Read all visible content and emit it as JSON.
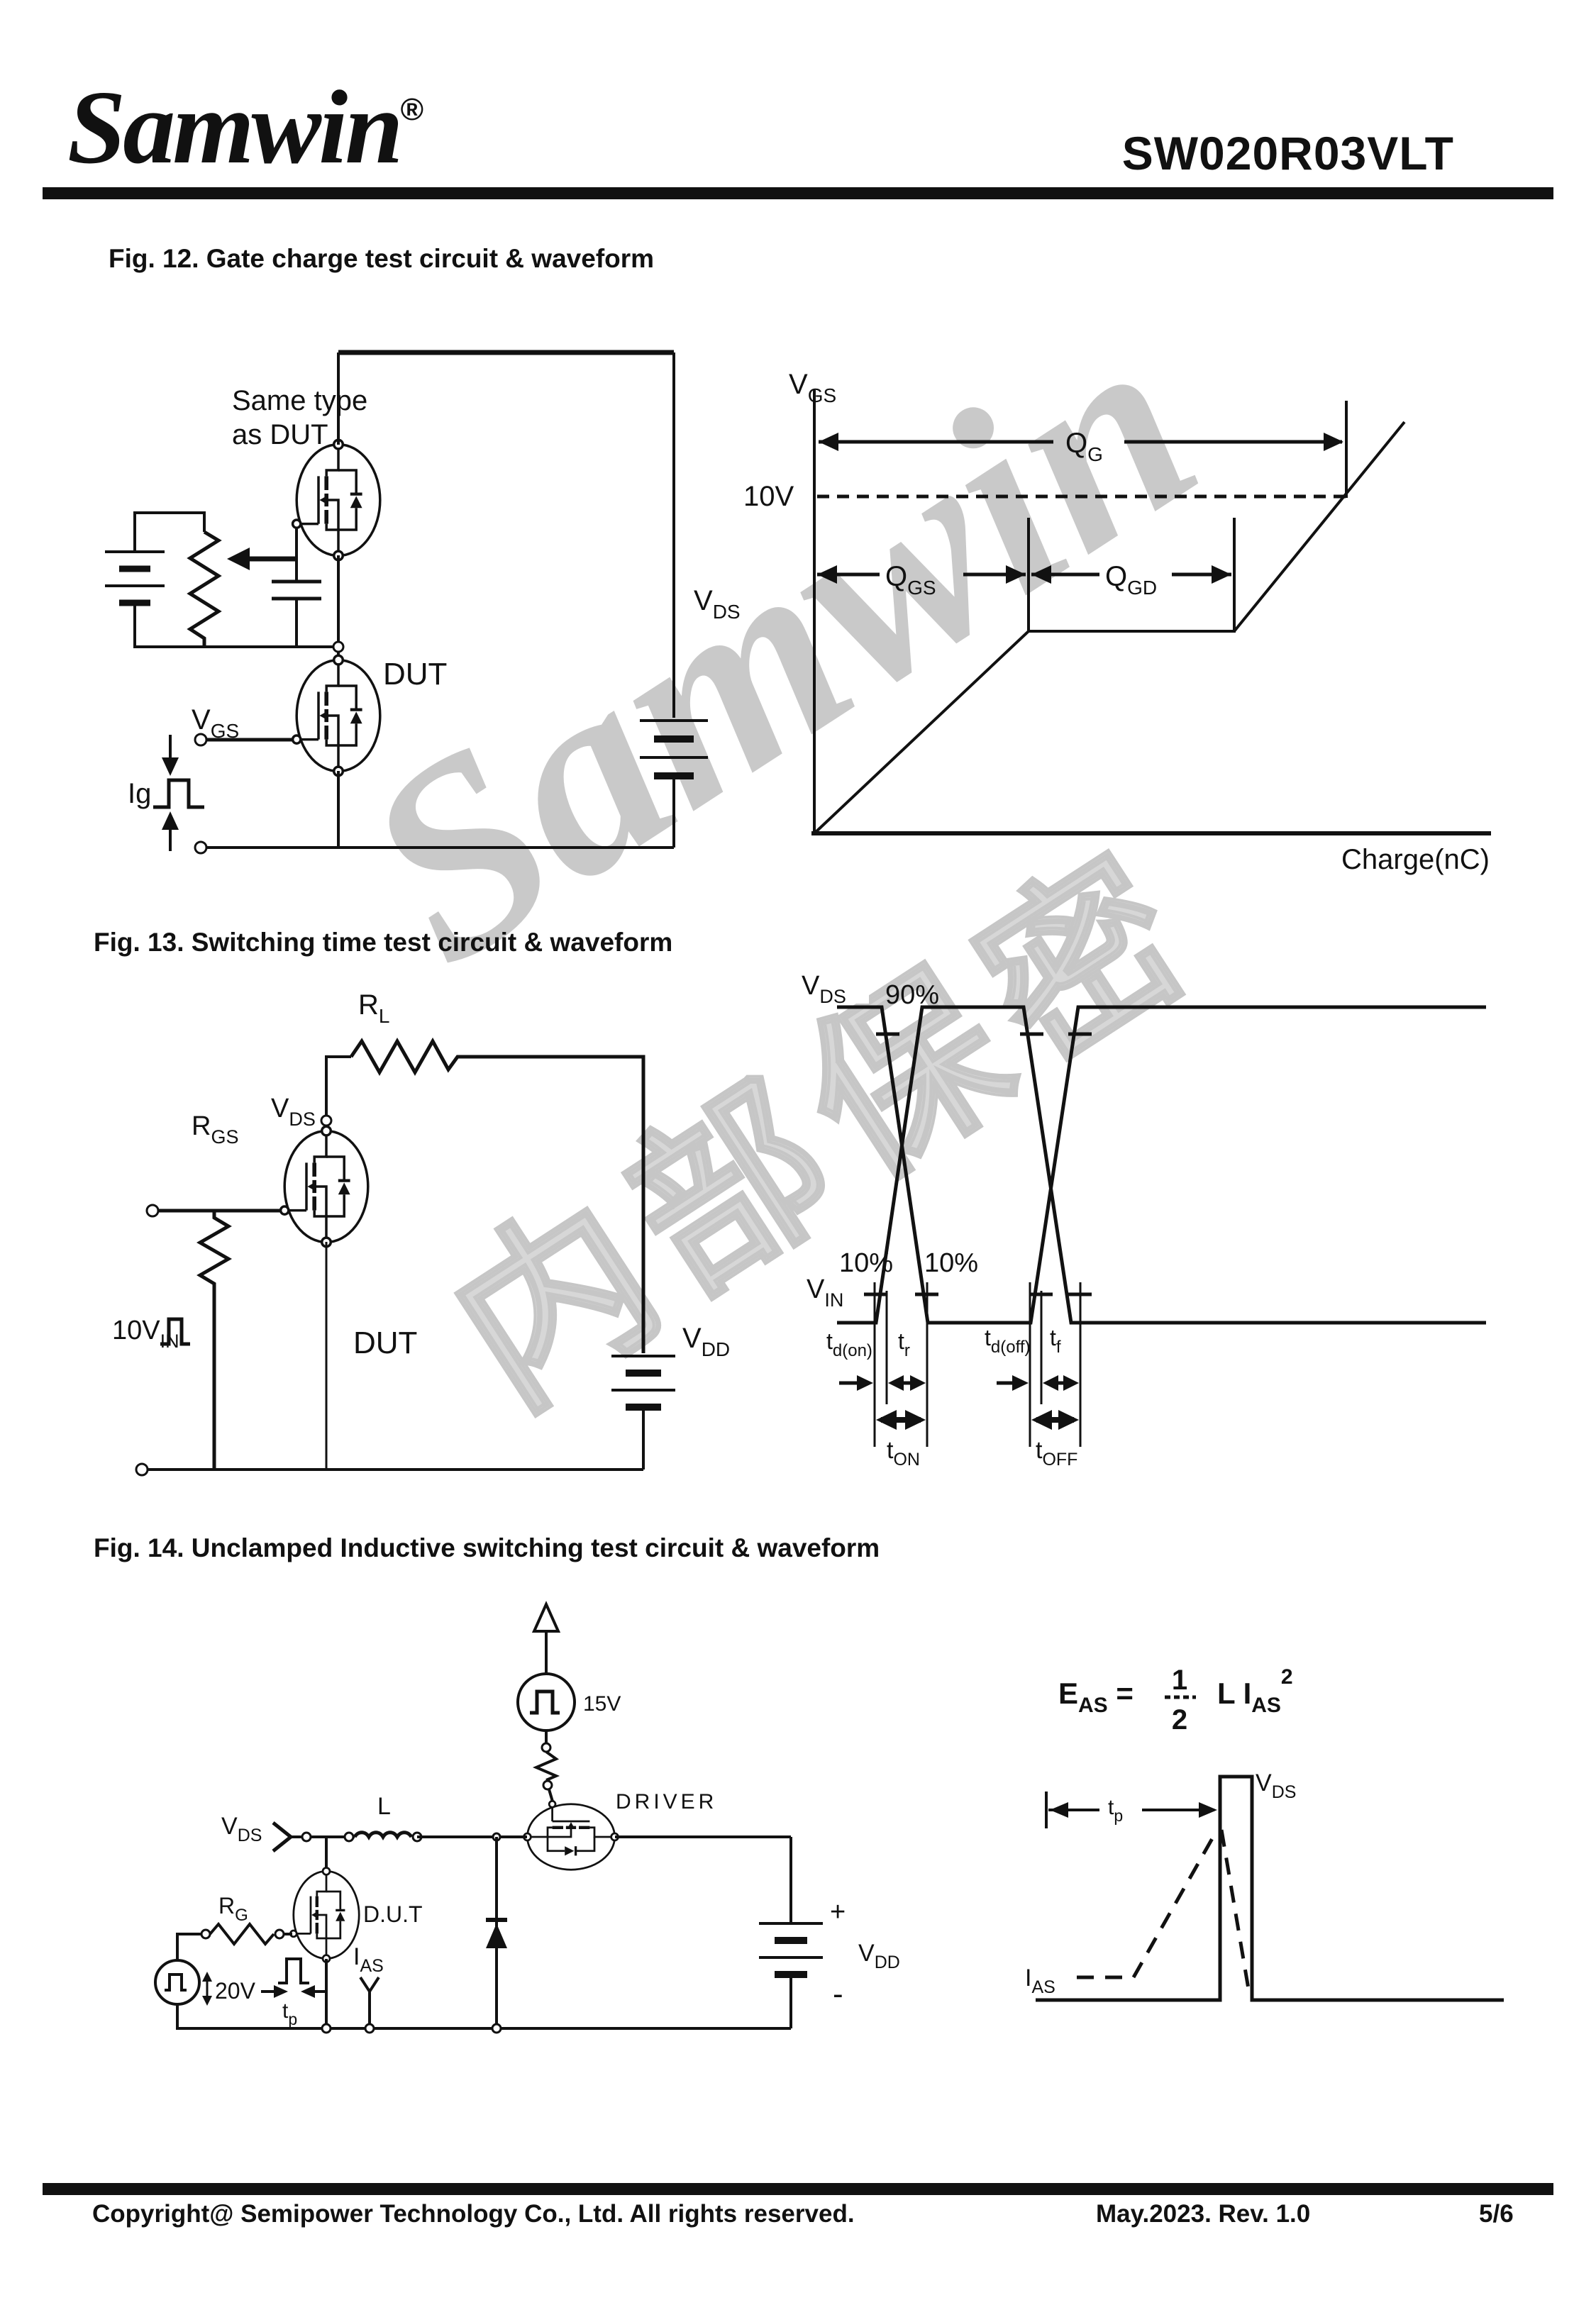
{
  "header": {
    "logo": "Samwin",
    "registered": "®",
    "part_number": "SW020R03VLT"
  },
  "fig12": {
    "title": "Fig. 12. Gate charge test circuit & waveform",
    "circuit": {
      "same_type_line1": "Same type",
      "same_type_line2": "as DUT",
      "dut": "DUT",
      "vds": {
        "base": "V",
        "sub": "DS"
      },
      "vgs": {
        "base": "V",
        "sub": "GS"
      },
      "ig": "Ig"
    },
    "waveform": {
      "vgs": {
        "base": "V",
        "sub": "GS"
      },
      "level": "10V",
      "qg": {
        "base": "Q",
        "sub": "G"
      },
      "qgs": {
        "base": "Q",
        "sub": "GS"
      },
      "qgd": {
        "base": "Q",
        "sub": "GD"
      },
      "xlabel": "Charge(nC)"
    }
  },
  "fig13": {
    "title": "Fig. 13. Switching time test circuit & waveform",
    "circuit": {
      "rl": {
        "base": "R",
        "sub": "L"
      },
      "rgs": {
        "base": "R",
        "sub": "GS"
      },
      "vds": {
        "base": "V",
        "sub": "DS"
      },
      "vdd": {
        "base": "V",
        "sub": "DD"
      },
      "dut": "DUT",
      "vin": {
        "base": "10V",
        "sub": "IN"
      }
    },
    "waveform": {
      "vds": {
        "base": "V",
        "sub": "DS"
      },
      "vin": {
        "base": "V",
        "sub": "IN"
      },
      "p90": "90%",
      "p10_left": "10%",
      "p10_right": "10%",
      "td_on": {
        "base": "t",
        "sub": "d(on)"
      },
      "tr": {
        "base": "t",
        "sub": "r"
      },
      "td_off": {
        "base": "t",
        "sub": "d(off)"
      },
      "tf": {
        "base": "t",
        "sub": "f"
      },
      "t_on": {
        "base": "t",
        "sub": "ON"
      },
      "t_off": {
        "base": "t",
        "sub": "OFF"
      }
    }
  },
  "fig14": {
    "title": "Fig. 14. Unclamped Inductive switching test circuit & waveform",
    "circuit": {
      "v15": "15V",
      "driver": "DRIVER",
      "vds": {
        "base": "V",
        "sub": "DS"
      },
      "l": "L",
      "rg": {
        "base": "R",
        "sub": "G"
      },
      "dut": "D.U.T",
      "v20": "20V",
      "tp": {
        "base": "t",
        "sub": "p"
      },
      "ias": {
        "base": "I",
        "sub": "AS"
      },
      "vdd": {
        "base": "V",
        "sub": "DD"
      },
      "plus": "+",
      "minus": "-"
    },
    "waveform": {
      "eq_e": {
        "base": "E",
        "sub": "AS"
      },
      "eq_equals": "=",
      "eq_num": "1",
      "eq_den": "2",
      "eq_right": {
        "base": "L I",
        "sub": "AS",
        "sup": "2"
      },
      "tp": {
        "base": "t",
        "sub": "p"
      },
      "vds": {
        "base": "V",
        "sub": "DS"
      },
      "ias": {
        "base": "I",
        "sub": "AS"
      }
    }
  },
  "watermark": {
    "text": "Samwin",
    "cn": "内部保密"
  },
  "footer": {
    "copyright": "Copyright@ Semipower Technology Co., Ltd. All rights reserved.",
    "revision": "May.2023. Rev. 1.0",
    "page": "5/6"
  }
}
